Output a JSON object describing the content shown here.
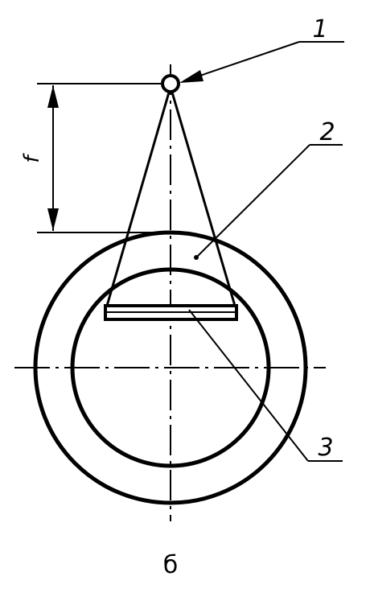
{
  "labels": {
    "source": "1",
    "pipe": "2",
    "film": "3",
    "focal_distance": "f"
  },
  "caption": "б",
  "colors": {
    "line": "#000000",
    "background": "#ffffff"
  }
}
